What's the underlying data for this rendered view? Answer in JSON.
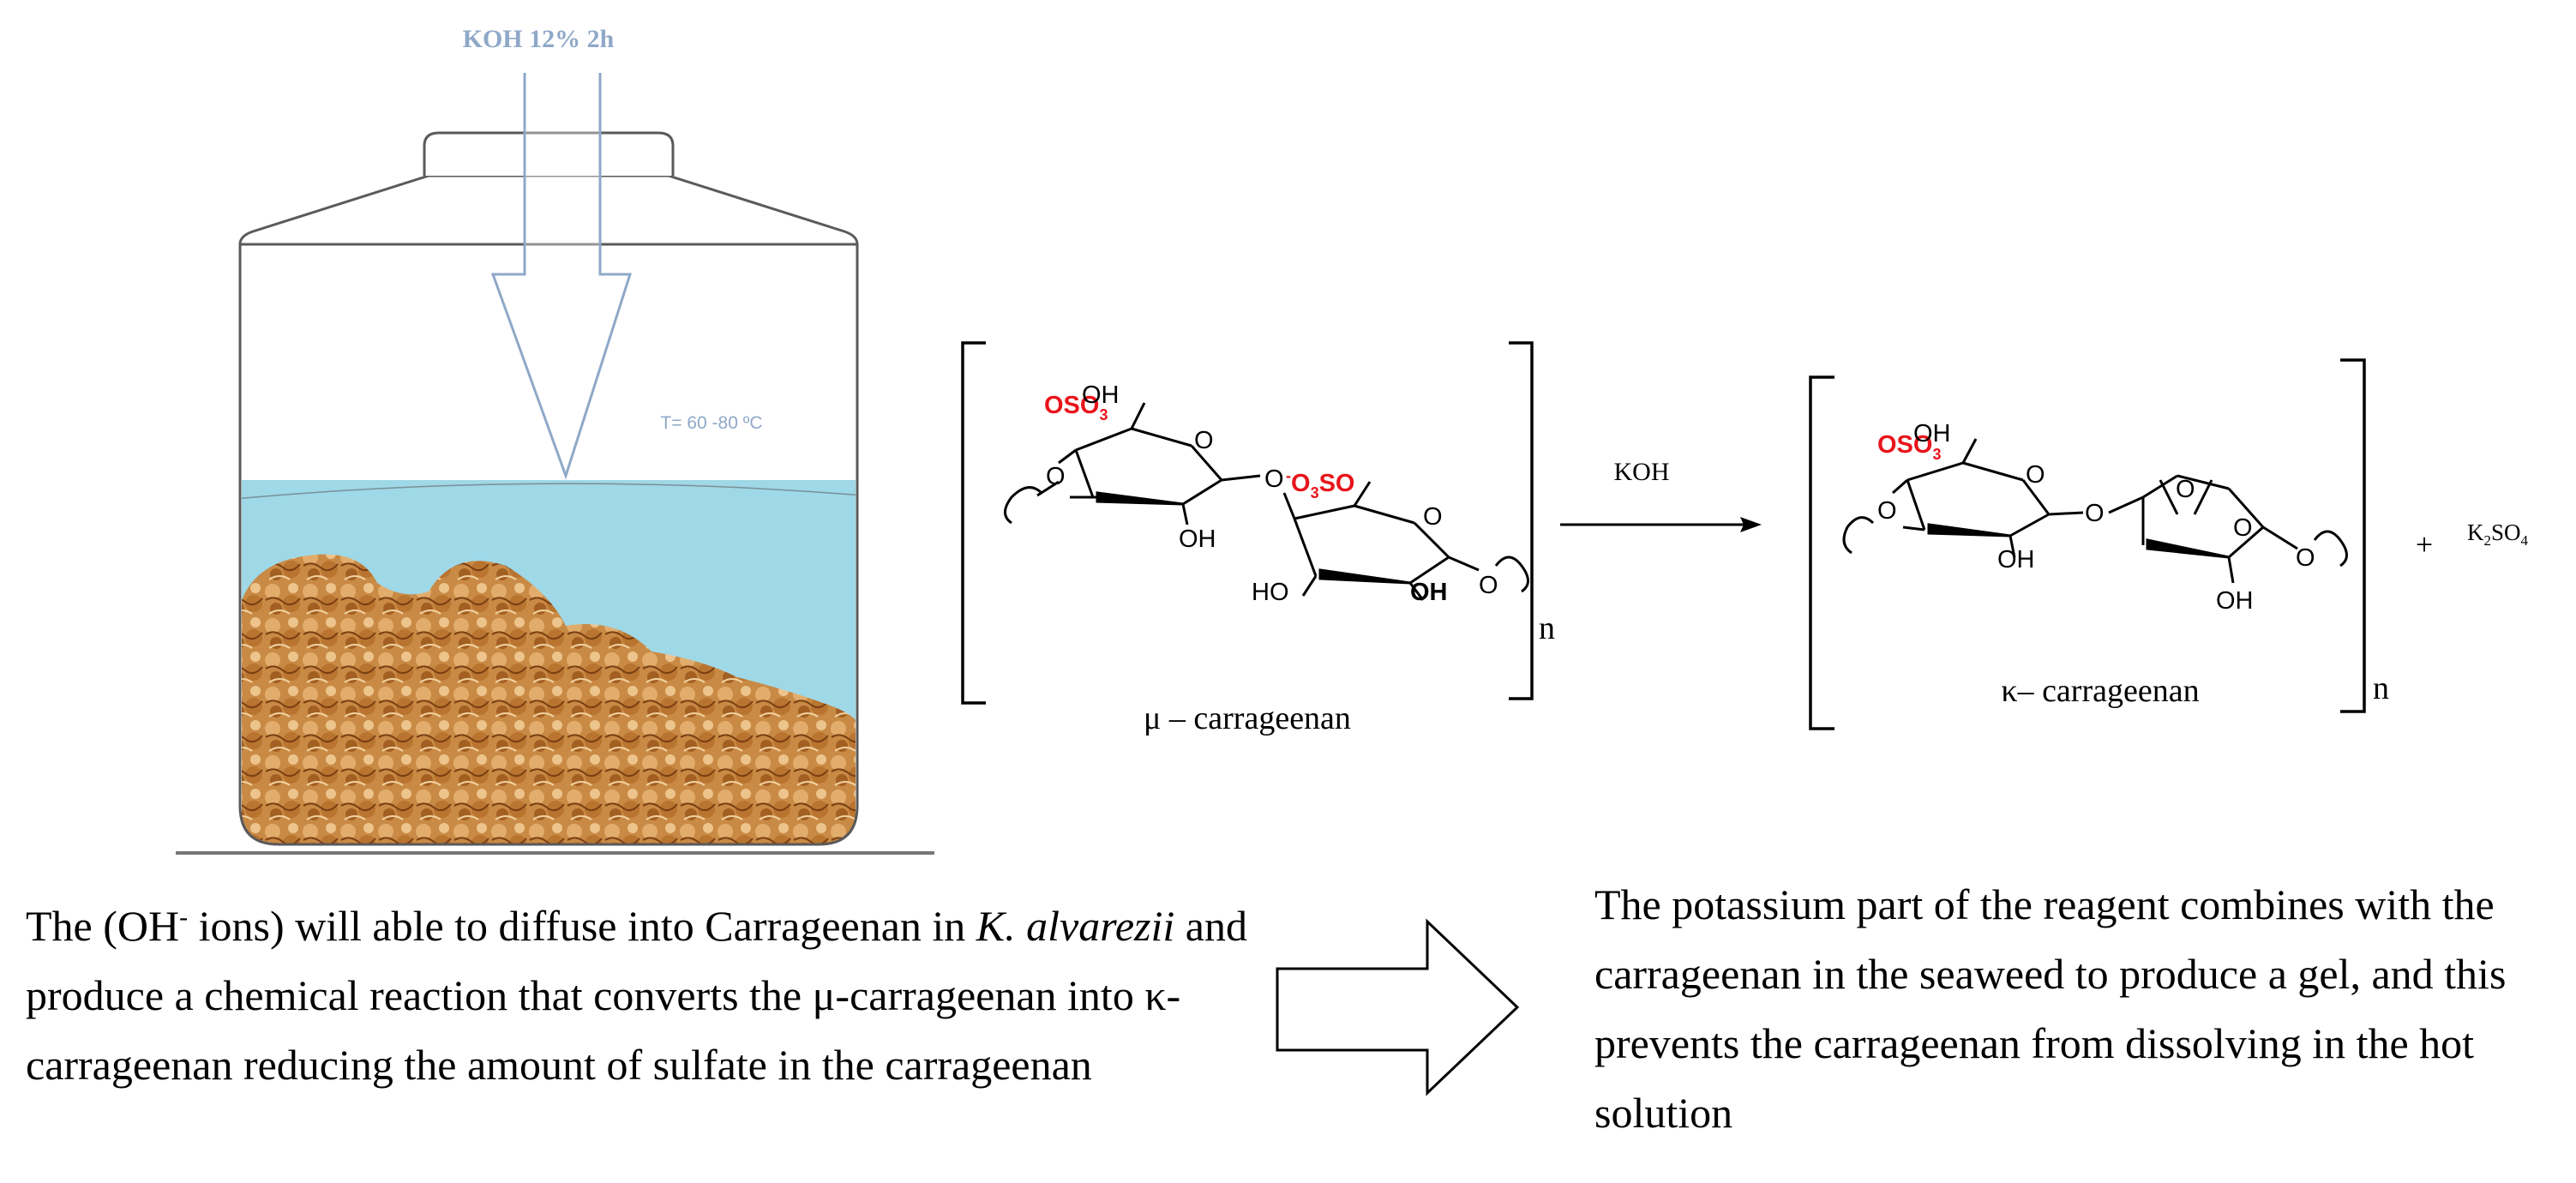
{
  "tank": {
    "input_label": "KOH 12% 2h",
    "temperature_label": "T= 60 -80 ºC",
    "colors": {
      "liquid": "#9fd8e6",
      "outline": "#5a5a5a",
      "arrow": "#8fa8c8",
      "seaweed": "#c98a45"
    }
  },
  "reaction": {
    "reactant_name": "μ – carrageenan",
    "product_name": "κ– carrageenan",
    "reagent_label": "KOH",
    "byproduct_label": "K",
    "byproduct_sub1": "2",
    "byproduct_mid": "SO",
    "byproduct_sub2": "4",
    "plus_sign": "+",
    "repeat_index": "n",
    "atoms": {
      "o": "O",
      "oh": "OH",
      "ho": "HO",
      "oso3": "OSO",
      "oso3_sub": "3",
      "o3so_minus": "-",
      "o3so_o": "O",
      "o3so_sub": "3",
      "o3so_so": "SO"
    },
    "colors": {
      "sulfate": "#e8141b",
      "bond": "#000000"
    }
  },
  "captions": {
    "left": {
      "part1": "The (OH",
      "sup": "-",
      "part2": " ions) will able to diffuse into Carrageenan in ",
      "italic": "K. alvarezii",
      "part3": " and produce a chemical reaction that converts the μ-carrageenan into κ- carrageenan reducing the amount of sulfate in the carrageenan"
    },
    "right": "The potassium part of the reagent combines with the carrageenan in the seaweed to produce a gel, and this prevents the carrageenan from dissolving in the hot solution"
  }
}
